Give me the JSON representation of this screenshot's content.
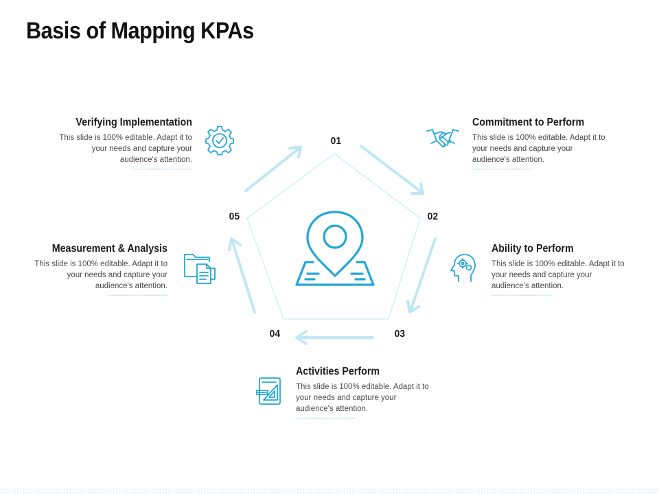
{
  "slide": {
    "title": "Basis of Mapping KPAs"
  },
  "steps": [
    {
      "number": "01",
      "heading": "Commitment to Perform",
      "text": "This slide is 100% editable. Adapt it to your needs and capture your audience's attention.",
      "icon": "handshake-icon"
    },
    {
      "number": "02",
      "heading": "Ability to Perform",
      "text": "This slide is 100% editable. Adapt it to your needs and capture your audience's attention.",
      "icon": "head-gears-icon"
    },
    {
      "number": "03",
      "heading": "Activities Perform",
      "text": "This slide is 100% editable. Adapt it to your needs and capture your audience's attention.",
      "icon": "drafting-tools-icon"
    },
    {
      "number": "04",
      "heading": "Measurement & Analysis",
      "text": "This slide is 100% editable. Adapt it to your needs and capture your audience's attention.",
      "icon": "documents-folder-icon"
    },
    {
      "number": "05",
      "heading": "Verifying Implementation",
      "text": "This slide is 100% editable. Adapt it to your needs and capture your audience's attention.",
      "icon": "gear-check-icon"
    }
  ],
  "center": {
    "icon": "map-pin-icon"
  },
  "colors": {
    "accent": "#21a6d8",
    "arrow": "#bfe7f5",
    "pentagon": "#cdeaf6",
    "text": "#1c1c1c"
  }
}
